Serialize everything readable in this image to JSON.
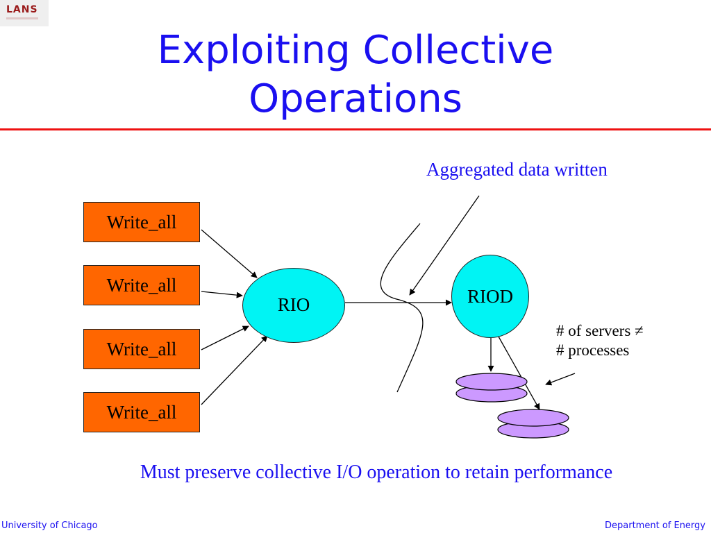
{
  "logo": {
    "text": "LANS"
  },
  "slide": {
    "title_line1": "Exploiting Collective",
    "title_line2": "Operations"
  },
  "diagram": {
    "write_boxes": [
      "Write_all",
      "Write_all",
      "Write_all",
      "Write_all"
    ],
    "rio_label": "RIO",
    "riod_label": "RIOD",
    "annotation_aggregated": "Aggregated data written",
    "annotation_servers_line1": "# of  servers ≠",
    "annotation_servers_line2": "# processes",
    "caption": "Must preserve collective I/O operation to retain performance"
  },
  "footer": {
    "left": "University of Chicago",
    "right": "Department of Energy"
  },
  "colors": {
    "title": "#1a0ff0",
    "rule": "#ee1111",
    "write_box": "#ff6600",
    "node": "#00f4f4",
    "disk": "#cc99ff"
  }
}
